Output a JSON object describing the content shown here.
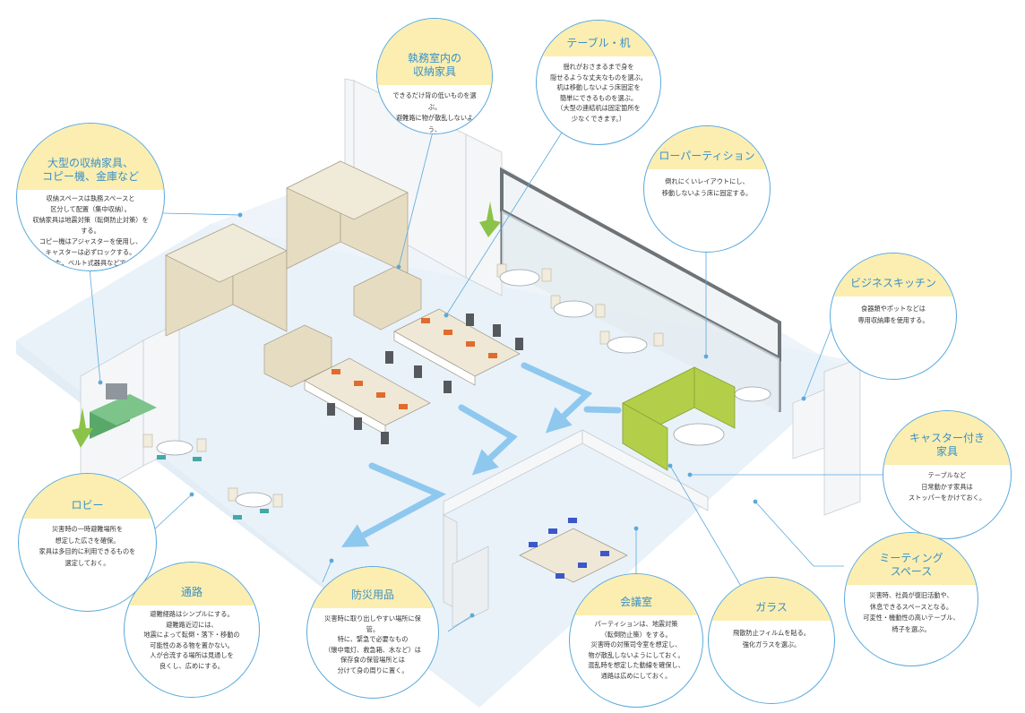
{
  "colors": {
    "accent": "#5aa9dc",
    "title_text": "#3a90c8",
    "callout_header": "#fbeeb0",
    "floor": "#e8f1f8",
    "partition_green": "#b3cf4a",
    "chair_orange": "#e06b2c",
    "chair_blue": "#3b57c8",
    "chair_teal": "#44a8a8",
    "cabinet_wood": "#e6dcc2"
  },
  "callouts": [
    {
      "key": "storage_office",
      "title": "執務室内の\n収納家具",
      "body": "できるだけ背の低いものを選ぶ。\n避難路に物が散乱しないよう、\nラッチ機構、ロック機構付き\nのものを選ぶ。"
    },
    {
      "key": "tables",
      "title": "テーブル・机",
      "body": "揺れがおさまるまで身を\n隠せるような丈夫なものを選ぶ。\n机は移動しないよう床固定を\n簡単にできるものを選ぶ。\n（大型の連結机は固定箇所を\n少なくできます。）"
    },
    {
      "key": "large_storage",
      "title": "大型の収納家具、\nコピー機、金庫など",
      "body": "収納スペースは執務スペースと\n区分して配置（集中収納）。\n収納家具は地震対策（転倒防止対策）をする。\nコピー機はアジャスターを使用し、\nキャスターは必ずロックする。\nまた、ベルト式器具などで、\n壁面に連結する。"
    },
    {
      "key": "low_partition",
      "title": "ローパーティション",
      "body": "倒れにくいレイアウトにし、\n移動しないよう床に固定する。"
    },
    {
      "key": "business_kitchen",
      "title": "ビジネスキッチン",
      "body": "食器類やポットなどは\n専用収納庫を使用する。"
    },
    {
      "key": "caster_furniture",
      "title": "キャスター付き\n家具",
      "body": "テーブルなど\n日常動かす家具は\nストッパーをかけておく。"
    },
    {
      "key": "lobby",
      "title": "ロビー",
      "body": "災害時の一時避難場所を\n想定した広さを確保。\n家具は多目的に利用できるものを\n選定しておく。"
    },
    {
      "key": "passage",
      "title": "通路",
      "body": "避難経路はシンプルにする。\n避難路近辺には、\n地震によって転倒・落下・移動の\n可能性のある物を置かない。\n人が合流する場所は見通しを\n良くし、広めにする。"
    },
    {
      "key": "disaster_supplies",
      "title": "防災用品",
      "body": "災害時に取り出しやすい場所に保管。\n特に、緊急で必要なもの\n（懐中電灯、救急箱、水など）は\n保存食の保管場所とは\n分けて身の周りに置く。"
    },
    {
      "key": "meeting_room",
      "title": "会議室",
      "body": "パーティションは、地震対策\n（転倒防止策）をする。\n災害時の対策司令室を想定し、\n物が散乱しないようにしておく。\n混乱時を想定した動線を確保し、\n通路は広めにしておく。"
    },
    {
      "key": "glass",
      "title": "ガラス",
      "body": "飛散防止フィルムを貼る。\n強化ガラスを選ぶ。"
    },
    {
      "key": "meeting_space",
      "title": "ミーティング\nスペース",
      "body": "災害時、社員が復旧活動や、\n休息できるスペースとなる。\n可変性・機動性の高いテーブル、\n椅子を選ぶ。"
    }
  ]
}
